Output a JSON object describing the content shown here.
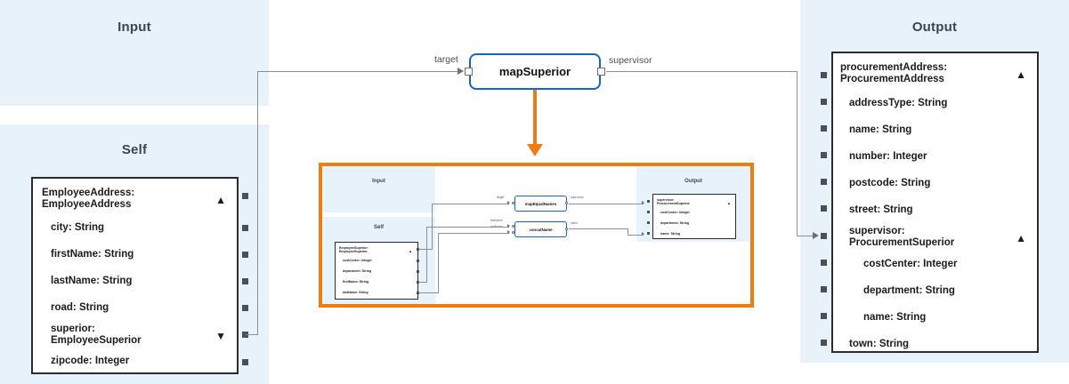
{
  "panels": {
    "input": {
      "title": "Input"
    },
    "self": {
      "title": "Self"
    },
    "output": {
      "title": "Output"
    }
  },
  "self_schema": {
    "rows": [
      {
        "text": "EmployeeAddress:\nEmployeeAddress",
        "chevron": "up"
      },
      {
        "text": "city: String",
        "chevron": ""
      },
      {
        "text": "firstName: String",
        "chevron": ""
      },
      {
        "text": "lastName: String",
        "chevron": ""
      },
      {
        "text": "road: String",
        "chevron": ""
      },
      {
        "text": "superior:\nEmployeeSuperior",
        "chevron": "down"
      },
      {
        "text": "zipcode: Integer",
        "chevron": ""
      }
    ]
  },
  "output_schema": {
    "rows": [
      {
        "text": "procurementAddress:\nProcurementAddress",
        "chevron": "up"
      },
      {
        "text": "addressType: String",
        "chevron": ""
      },
      {
        "text": "name: String",
        "chevron": ""
      },
      {
        "text": "number: Integer",
        "chevron": ""
      },
      {
        "text": "postcode: String",
        "chevron": ""
      },
      {
        "text": "street: String",
        "chevron": ""
      },
      {
        "text": "supervisor:\nProcurementSuperior",
        "chevron": "up"
      },
      {
        "text": "costCenter: Integer",
        "chevron": ""
      },
      {
        "text": "department: String",
        "chevron": ""
      },
      {
        "text": "name: String",
        "chevron": ""
      },
      {
        "text": "town: String",
        "chevron": ""
      }
    ]
  },
  "main_node": {
    "label": "mapSuperior",
    "input_port_label": "target",
    "output_port_label": "supervisor"
  },
  "inner": {
    "panels": {
      "input": "Input",
      "self": "Self",
      "output": "Output"
    },
    "self_schema": {
      "rows": [
        {
          "text": "EmployeeSuperior:\nEmployeeSuperior",
          "chevron": "up"
        },
        {
          "text": "costCenter: Integer",
          "chevron": ""
        },
        {
          "text": "department: String",
          "chevron": ""
        },
        {
          "text": "firstName: String",
          "chevron": ""
        },
        {
          "text": "lastName: String",
          "chevron": ""
        }
      ]
    },
    "output_schema": {
      "rows": [
        {
          "text": "supervisor:\nProcurementSuperior",
          "chevron": "up"
        },
        {
          "text": "costCenter: Integer",
          "chevron": ""
        },
        {
          "text": "department: String",
          "chevron": ""
        },
        {
          "text": "name: String",
          "chevron": ""
        }
      ]
    },
    "nodes": [
      {
        "label": "mapEqualNames",
        "inputs": [
          "target"
        ],
        "outputs": [
          "supervisor"
        ]
      },
      {
        "label": "concatName",
        "inputs": [
          "firstName",
          "lastName"
        ],
        "outputs": [
          "name"
        ]
      }
    ]
  },
  "colors": {
    "panel_bg": "#e8f2fa",
    "accent_orange": "#ed7d11",
    "node_blue": "#1565c0",
    "wire_grey": "#8a9099",
    "text_dark": "#1b1b1b"
  }
}
